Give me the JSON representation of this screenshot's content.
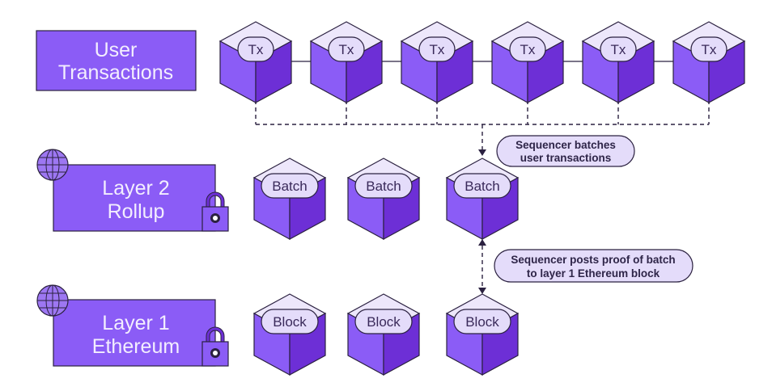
{
  "rows": {
    "user": {
      "label_lines": [
        "User",
        "Transactions"
      ]
    },
    "layer2": {
      "label_lines": [
        "Layer 2",
        "Rollup"
      ]
    },
    "layer1": {
      "label_lines": [
        "Layer 1",
        "Ethereum"
      ]
    }
  },
  "cubes": {
    "tx": [
      "Tx",
      "Tx",
      "Tx",
      "Tx",
      "Tx",
      "Tx"
    ],
    "batch": [
      "Batch",
      "Batch",
      "Batch"
    ],
    "block": [
      "Block",
      "Block",
      "Block"
    ]
  },
  "notes": {
    "batches": [
      "Sequencer batches",
      "user transactions"
    ],
    "proof": [
      "Sequencer posts proof of batch",
      "to layer 1 Ethereum block"
    ]
  },
  "colors": {
    "purple": "#8b5cf6",
    "purple_dark": "#6d2fd6",
    "cube_top": "#ede7fb",
    "pill": "#e4dcfa",
    "outline": "#2b2140",
    "icon_globe": "globe-icon",
    "icon_lock": "lock-icon"
  }
}
